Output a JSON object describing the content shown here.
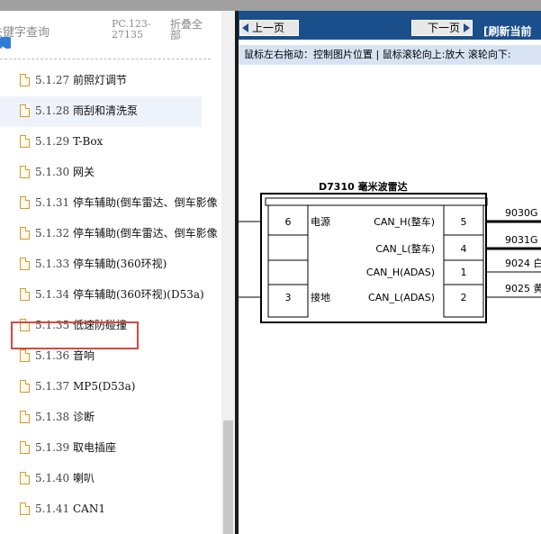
{
  "toolbar": {
    "keyword_search": "关键字查询",
    "pc_code": "PC.123-\n27135",
    "collapse_all": "折叠全\n部"
  },
  "tree": {
    "items": [
      {
        "num": "5.1.27",
        "title": "前照灯调节"
      },
      {
        "num": "5.1.28",
        "title": "雨刮和清洗泵"
      },
      {
        "num": "5.1.29",
        "title": "T-Box"
      },
      {
        "num": "5.1.30",
        "title": "网关"
      },
      {
        "num": "5.1.31",
        "title": "停车辅助(倒车雷达、倒车影像"
      },
      {
        "num": "5.1.32",
        "title": "停车辅助(倒车雷达、倒车影像"
      },
      {
        "num": "5.1.33",
        "title": "停车辅助(360环视)"
      },
      {
        "num": "5.1.34",
        "title": "停车辅助(360环视)(D53a)"
      },
      {
        "num": "5.1.35",
        "title": "低速防碰撞"
      },
      {
        "num": "5.1.36",
        "title": "音响"
      },
      {
        "num": "5.1.37",
        "title": "MP5(D53a)"
      },
      {
        "num": "5.1.38",
        "title": "诊断"
      },
      {
        "num": "5.1.39",
        "title": "取电插座"
      },
      {
        "num": "5.1.40",
        "title": "喇叭"
      },
      {
        "num": "5.1.41",
        "title": "CAN1"
      }
    ],
    "hover_index": 1,
    "highlighted_index": 8
  },
  "viewer": {
    "prev_page": "上一页",
    "next_page": "下一页",
    "refresh_title": "[刷新当前",
    "hint": "鼠标左右拖动：控制图片位置 | 鼠标滚轮向上:放大  滚轮向下:"
  },
  "diagram": {
    "component": "D7310 毫米波雷达",
    "pins_left": [
      {
        "pin": "6",
        "label": "电源"
      },
      {
        "pin": "",
        "label": ""
      },
      {
        "pin": "",
        "label": ""
      },
      {
        "pin": "3",
        "label": "接地"
      }
    ],
    "pins_right": [
      {
        "signal": "CAN_H(整车)",
        "pin": "5",
        "wire": "9030G"
      },
      {
        "signal": "CAN_L(整车)",
        "pin": "4",
        "wire": "9031G"
      },
      {
        "signal": "CAN_H(ADAS)",
        "pin": "1",
        "wire": "9024 白"
      },
      {
        "signal": "CAN_L(ADAS)",
        "pin": "2",
        "wire": "9025 黄"
      }
    ]
  },
  "colors": {
    "nav_bar": "#1b4f8c",
    "hint_bar": "#d7e3f3",
    "highlight_box": "#d9473e",
    "doc_icon": "#d99a2a"
  }
}
